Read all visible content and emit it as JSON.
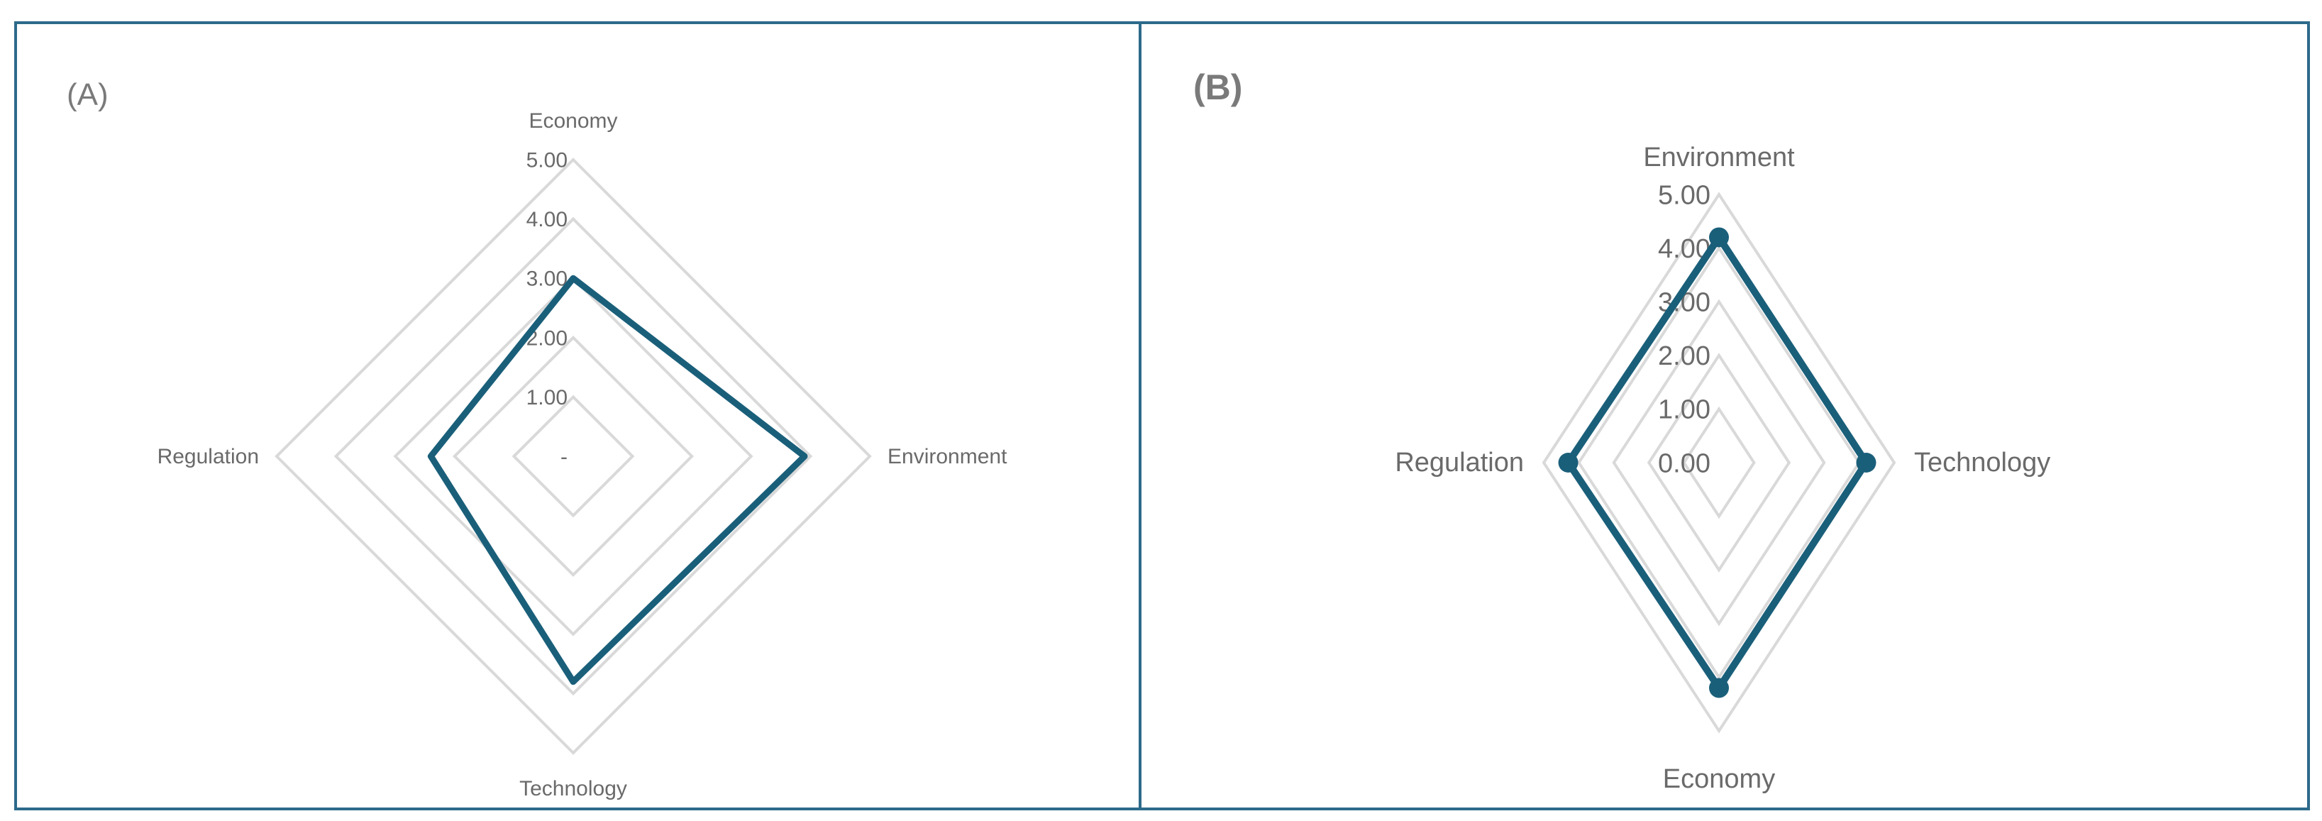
{
  "panels": [
    {
      "tag": "(A)",
      "chart_data": {
        "type": "radar",
        "axes": [
          "Economy",
          "Environment",
          "Technology",
          "Regulation"
        ],
        "values": [
          3.0,
          3.9,
          3.8,
          2.4
        ],
        "ticks": [
          "-",
          "1.00",
          "2.00",
          "3.00",
          "4.00",
          "5.00"
        ],
        "range": [
          0,
          5
        ],
        "markers": false,
        "grid": true,
        "line_color": "#1a5f7a",
        "grid_color": "#d9d9d9"
      }
    },
    {
      "tag": "(B)",
      "chart_data": {
        "type": "radar",
        "axes": [
          "Environment",
          "Technology",
          "Economy",
          "Regulation"
        ],
        "values": [
          4.2,
          4.2,
          4.2,
          4.3
        ],
        "ticks": [
          "0.00",
          "1.00",
          "2.00",
          "3.00",
          "4.00",
          "5.00"
        ],
        "range": [
          0,
          5
        ],
        "markers": true,
        "grid": true,
        "line_color": "#1a5f7a",
        "grid_color": "#d9d9d9"
      }
    }
  ],
  "frame_color": "#2d6a8a"
}
